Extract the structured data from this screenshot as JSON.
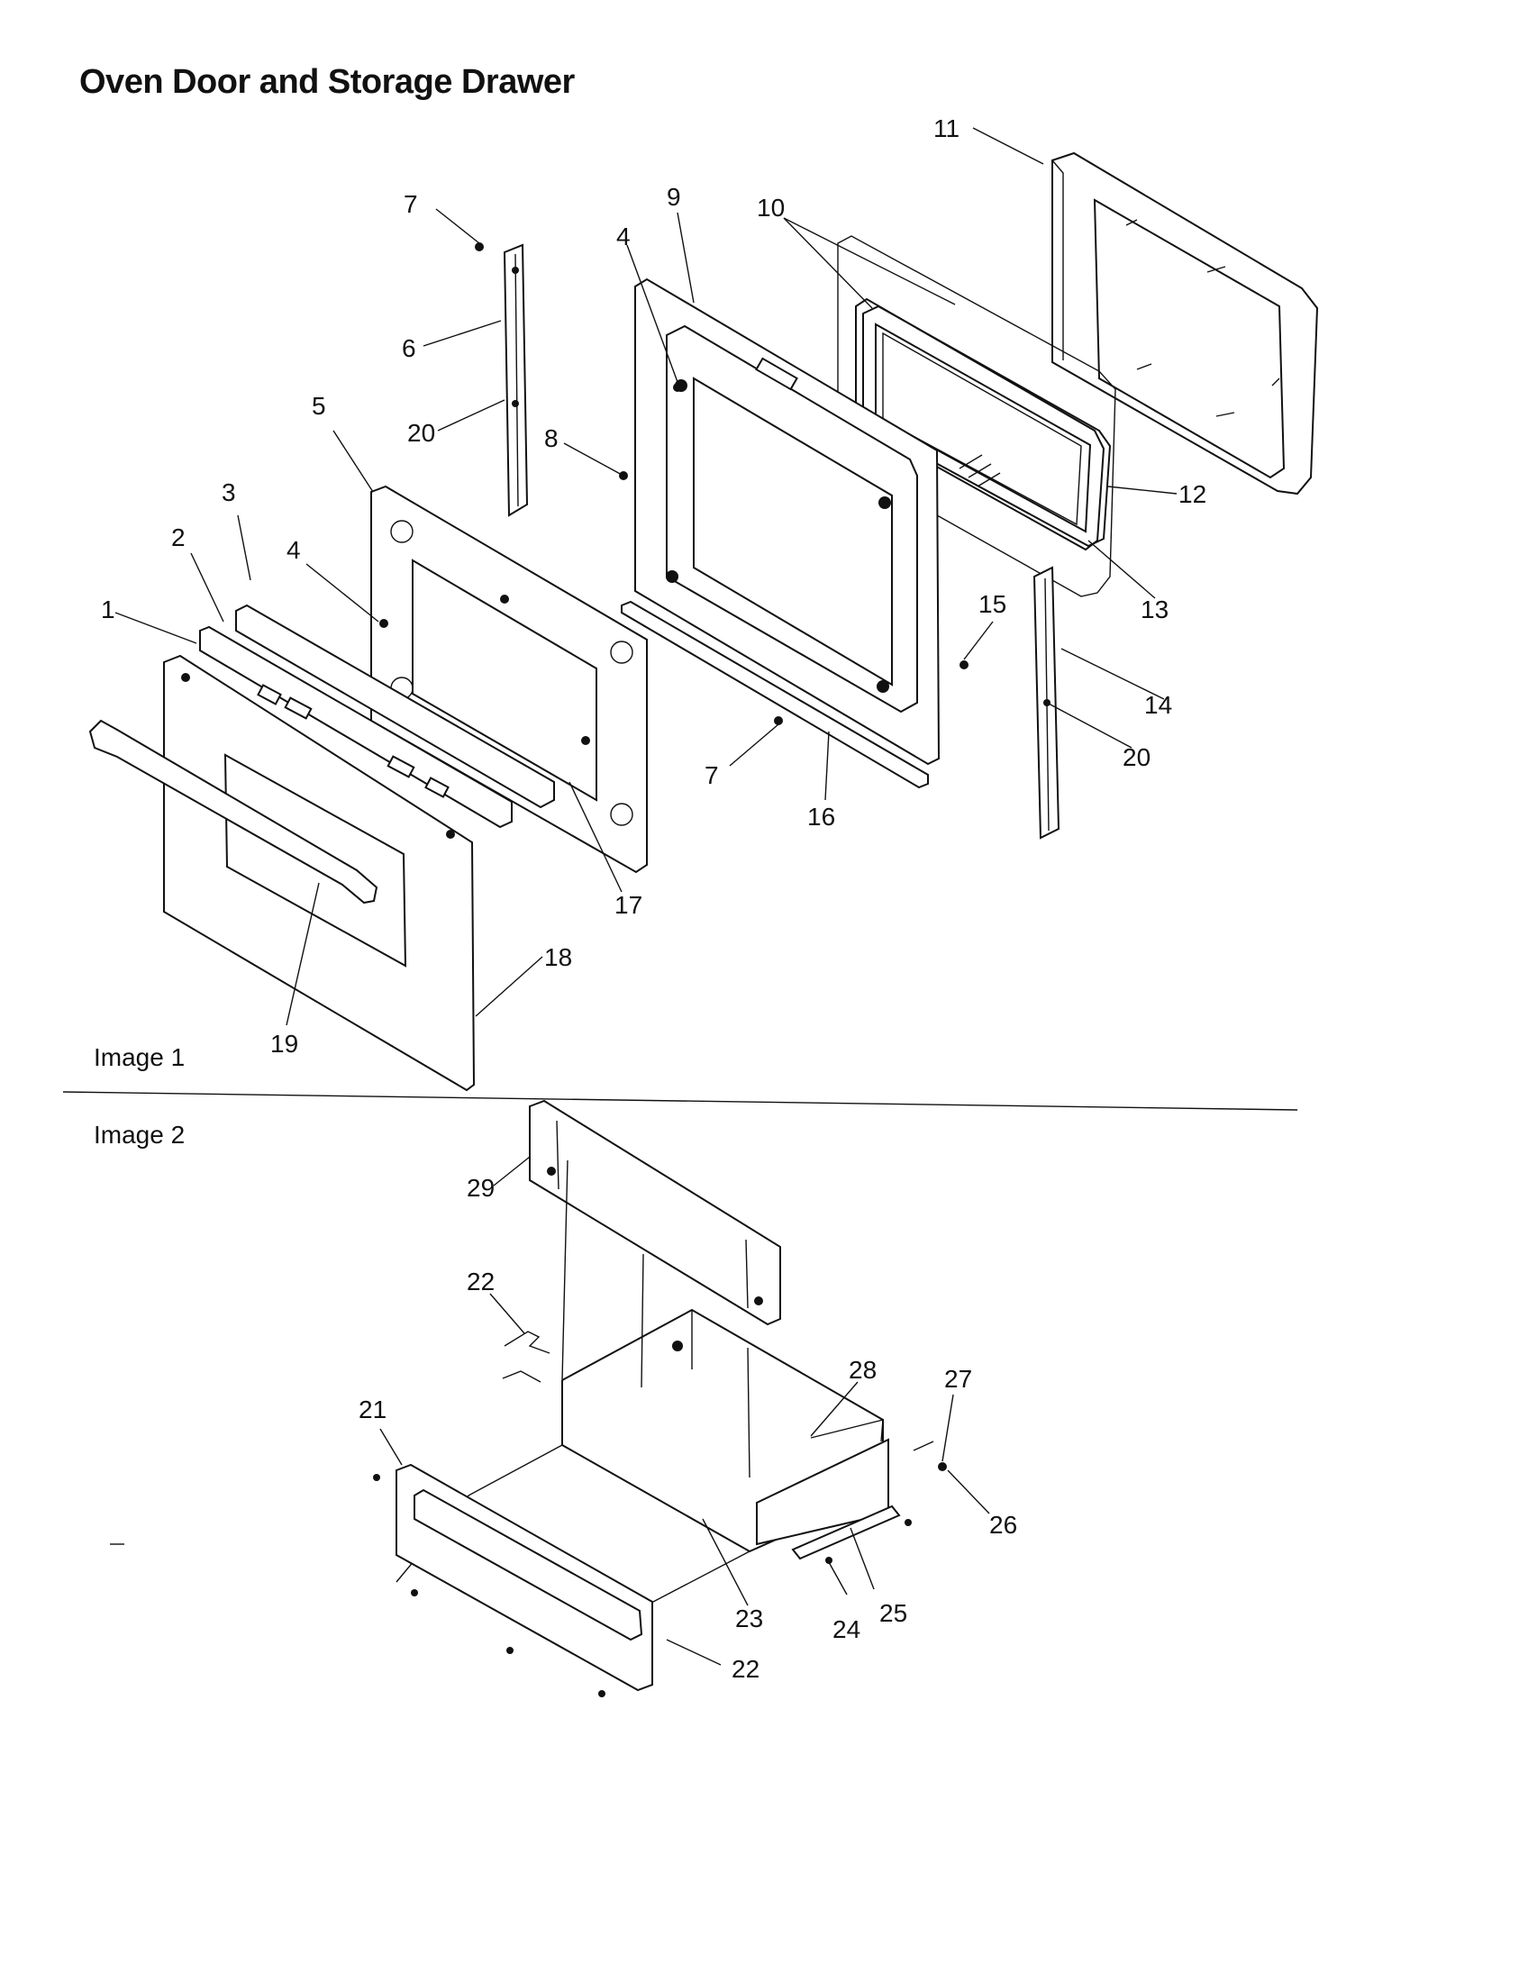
{
  "title": "Oven Door and Storage Drawer",
  "images": [
    {
      "label": "Image 1"
    },
    {
      "label": "Image 2"
    }
  ],
  "callouts": {
    "image1": [
      "1",
      "2",
      "3",
      "4",
      "4",
      "5",
      "6",
      "7",
      "7",
      "8",
      "9",
      "10",
      "11",
      "12",
      "13",
      "14",
      "15",
      "16",
      "17",
      "18",
      "19",
      "20",
      "20"
    ],
    "image2": [
      "21",
      "22",
      "22",
      "23",
      "24",
      "25",
      "26",
      "27",
      "28",
      "29"
    ]
  }
}
